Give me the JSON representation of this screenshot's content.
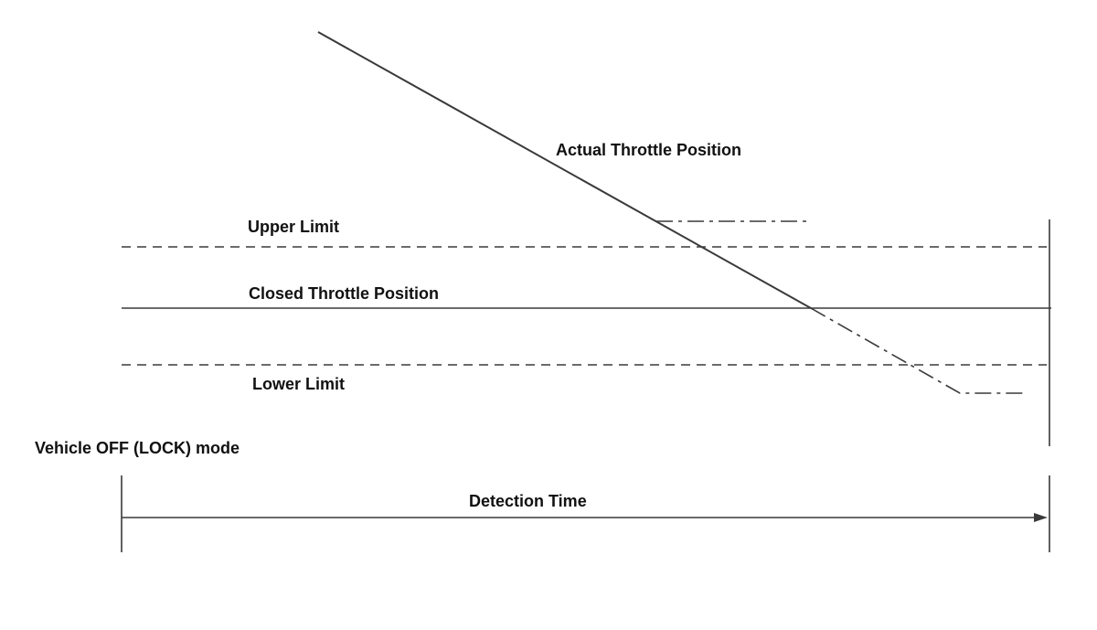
{
  "labels": {
    "actual_throttle": "Actual Throttle Position",
    "upper_limit": "Upper Limit",
    "closed_throttle": "Closed Throttle Position",
    "lower_limit": "Lower Limit",
    "mode": "Vehicle OFF (LOCK) mode",
    "detection_time": "Detection Time"
  },
  "colors": {
    "line": "#3a3a3a",
    "text": "#111111",
    "background": "#ffffff"
  }
}
